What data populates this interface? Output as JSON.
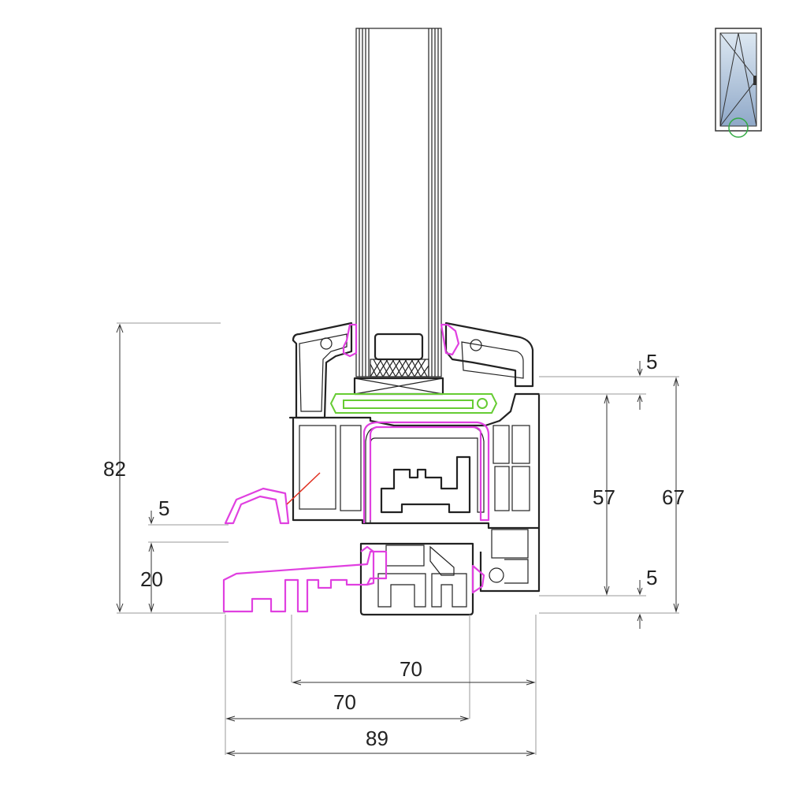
{
  "colors": {
    "outline": "#222222",
    "magenta": "#e040e0",
    "green": "#66cc33",
    "red": "#e03020",
    "glass_light": "#dde8f2",
    "glass_dark": "#8fa8c8"
  },
  "dimensions": {
    "height_total": "82",
    "height_upper_gap": "5",
    "height_sill": "20",
    "frame_top_gap": "5",
    "sash_height": "57",
    "frame_height": "67",
    "frame_bottom_gap": "5",
    "width_frame": "70",
    "width_sash": "70",
    "width_total": "89"
  },
  "icons": {
    "window_thumbnail": "tilt-turn-window-icon",
    "detail_marker": "green-circle-marker"
  }
}
